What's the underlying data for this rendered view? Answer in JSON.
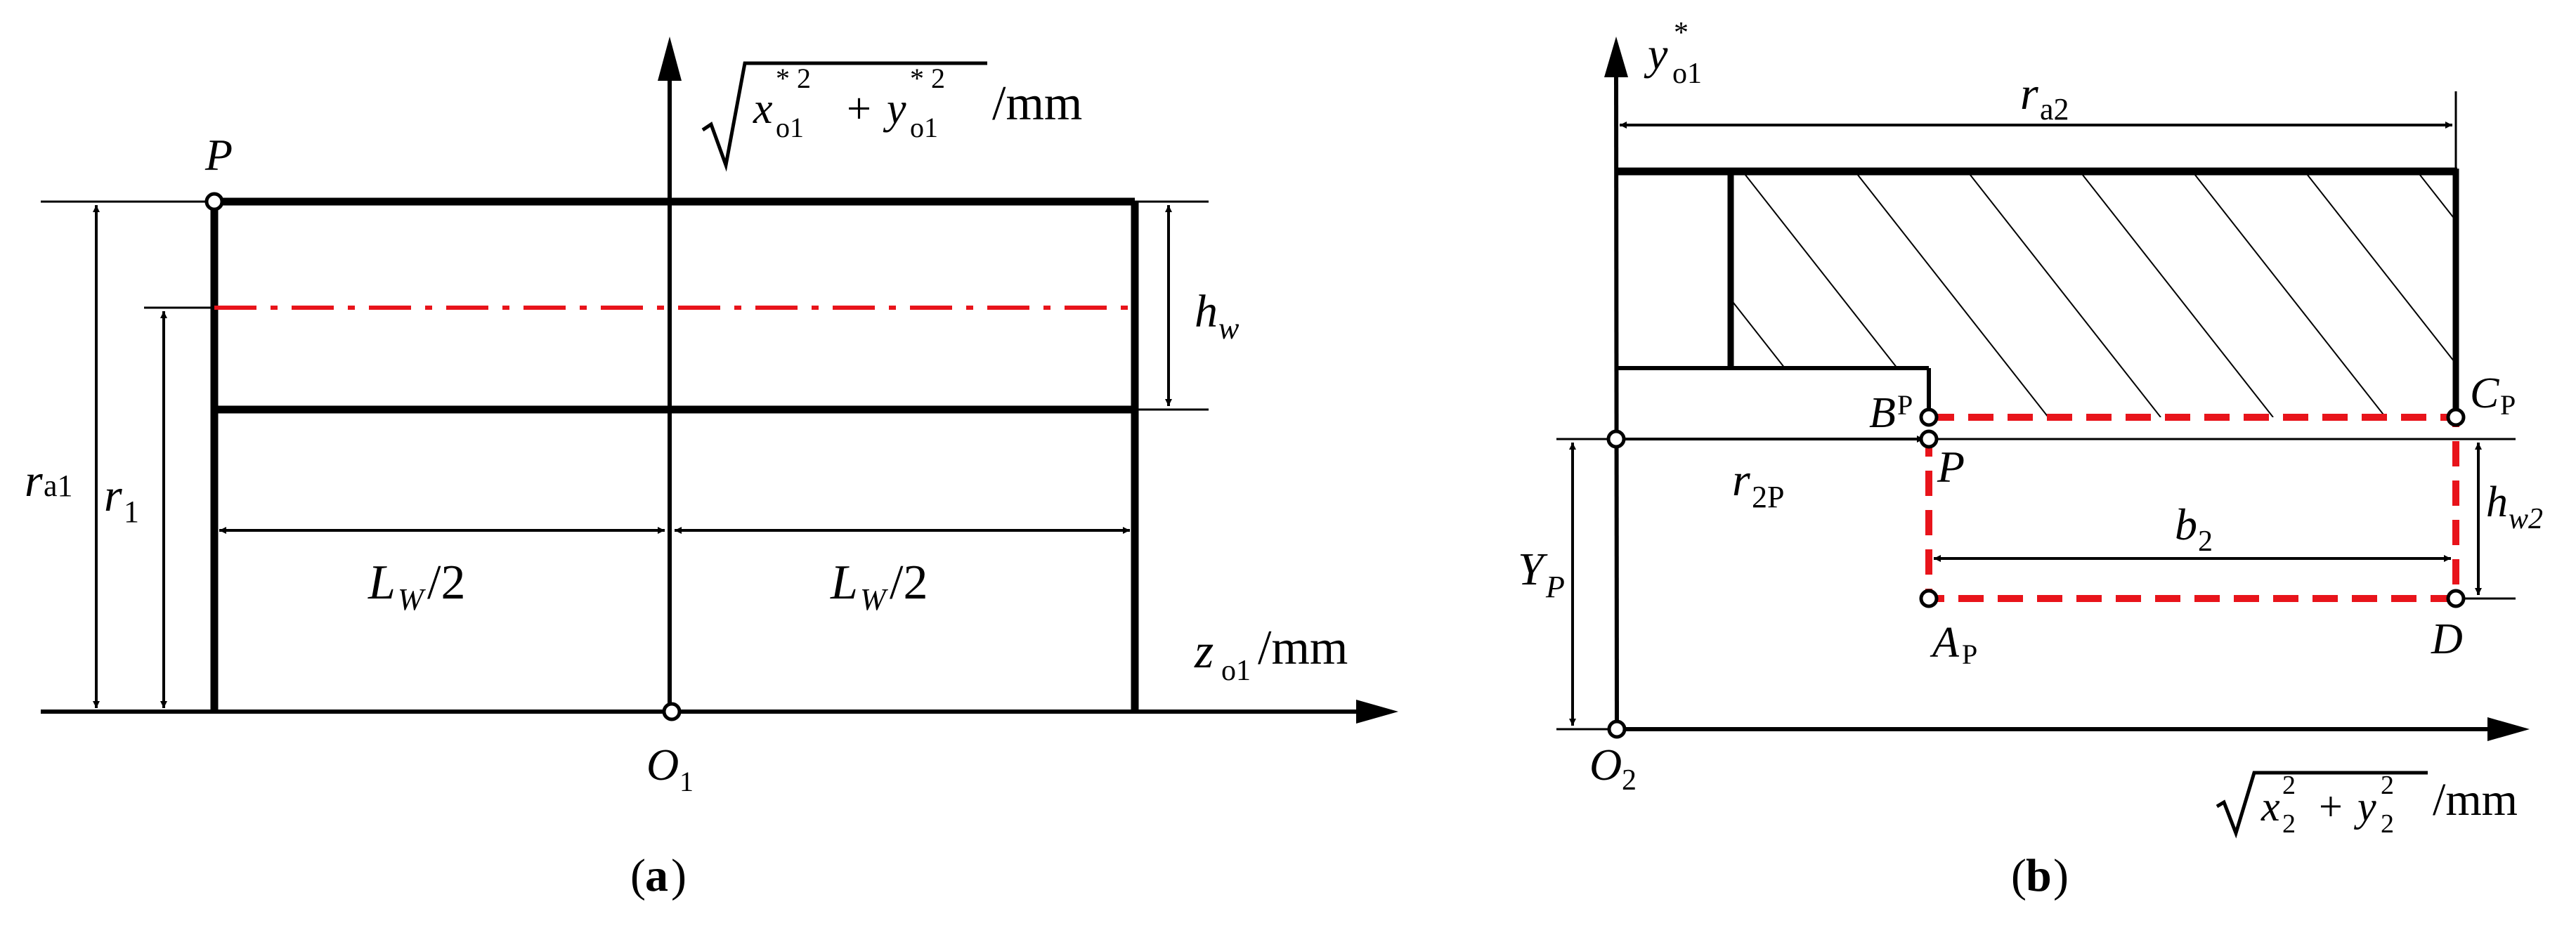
{
  "panel_a": {
    "caption": "(a)",
    "caption_letter": "a",
    "y_axis_label": {
      "x": "x",
      "x_sup": "* 2",
      "x_sub": "o1",
      "plus": "+",
      "y": "y",
      "y_sup": "* 2",
      "y_sub": "o1",
      "unit": "/mm"
    },
    "x_axis_label": {
      "z": "z",
      "z_sub": "o1",
      "unit": "/mm"
    },
    "point_P": "P",
    "origin": {
      "O": "O",
      "sub": "1"
    },
    "h_w": {
      "h": "h",
      "sub": "w"
    },
    "r_a1": {
      "r": "r",
      "sub": "a1"
    },
    "r_1": {
      "r": "r",
      "sub": "1"
    },
    "lw_left": {
      "L": "L",
      "sub": "W",
      "rest": "/2"
    },
    "lw_right": {
      "L": "L",
      "sub": "W",
      "rest": "/2"
    }
  },
  "panel_b": {
    "caption": "(b)",
    "caption_letter": "b",
    "y_axis_label": {
      "y": "y",
      "sup": "*",
      "sub": "o1"
    },
    "x_axis_label": {
      "x": "x",
      "x_sup": "2",
      "x_sub": "2",
      "plus": "+",
      "y": "y",
      "y_sup": "2",
      "y_sub": "2",
      "unit": "/mm"
    },
    "r_a2": {
      "r": "r",
      "sub": "a2"
    },
    "r_2P": {
      "r": "r",
      "sub": "2P"
    },
    "Y_P": {
      "Y": "Y",
      "sub": "P"
    },
    "h_w2": {
      "h": "h",
      "sub": "w2"
    },
    "b_2": {
      "b": "b",
      "sub": "2"
    },
    "B_P": {
      "B": "B",
      "sub": "P"
    },
    "C_P": {
      "C": "C",
      "sub": "P"
    },
    "A_P": {
      "A": "A",
      "sub": "P"
    },
    "point_P": "P",
    "point_D": "D",
    "origin": {
      "O": "O",
      "sub": "2"
    }
  },
  "colors": {
    "line": "#000000",
    "pitch_line": "#e8141b",
    "region": "#e8141b"
  }
}
